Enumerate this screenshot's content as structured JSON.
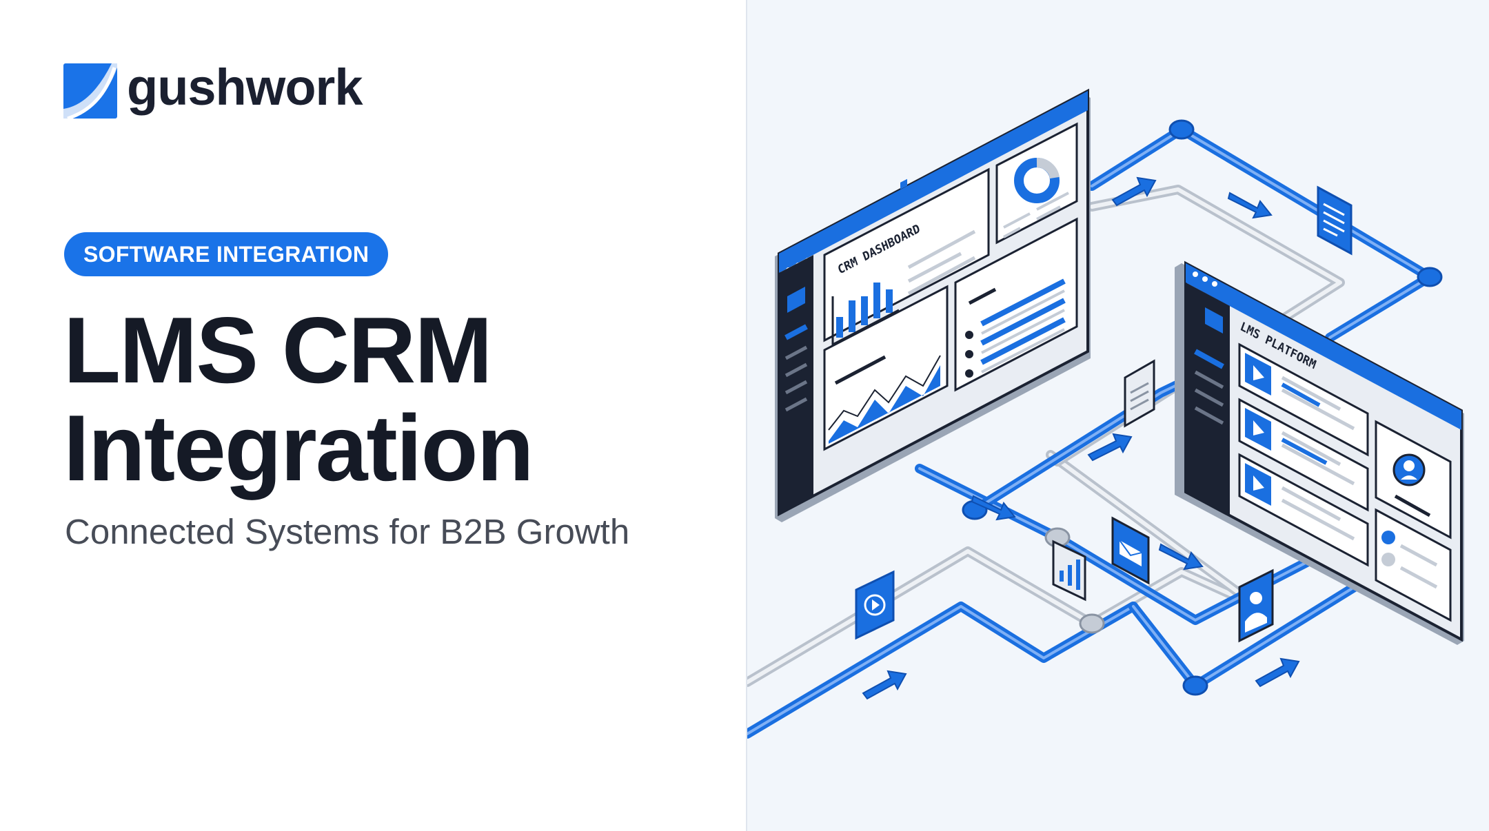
{
  "brand": {
    "name": "gushwork",
    "accent_color": "#1a73e8",
    "logo_icon": "gushwork-logo-icon"
  },
  "tag": {
    "label": "SOFTWARE INTEGRATION"
  },
  "title": {
    "line1": "LMS CRM",
    "line2": "Integration"
  },
  "subtitle": "Connected Systems for B2B Growth",
  "illustration": {
    "crm_window": {
      "label": "CRM DASHBOARD"
    },
    "lms_window": {
      "label": "LMS PLATFORM"
    },
    "colors": {
      "blue": "#1a6fe0",
      "dark": "#1b2232",
      "grey": "#c5ccd6",
      "panel": "#f2f6fb"
    },
    "icons": [
      "document-icon",
      "video-icon",
      "bar-chart-icon",
      "mail-icon",
      "user-icon",
      "arrow-icon"
    ]
  }
}
